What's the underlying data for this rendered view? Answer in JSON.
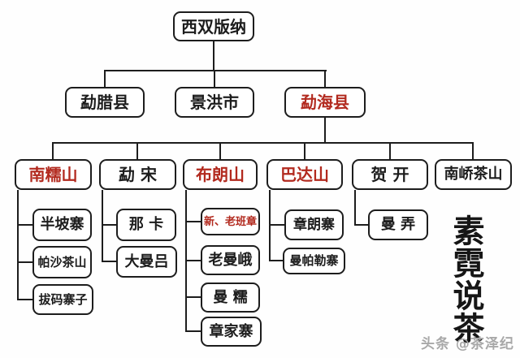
{
  "tree": {
    "label": "西双版纳",
    "children": [
      {
        "label": "勐腊县"
      },
      {
        "label": "景洪市"
      },
      {
        "label": "勐海县",
        "highlighted": true,
        "children": [
          {
            "label": "南糯山",
            "highlighted": true,
            "children": [
              {
                "label": "半坡寨"
              },
              {
                "label": "帕沙茶山"
              },
              {
                "label": "拔码寨子"
              }
            ]
          },
          {
            "label": "勐 宋",
            "children": [
              {
                "label": "那 卡"
              },
              {
                "label": "大曼吕"
              }
            ]
          },
          {
            "label": "布朗山",
            "highlighted": true,
            "children": [
              {
                "label": "新、老班章",
                "highlighted": true
              },
              {
                "label": "老曼峨"
              },
              {
                "label": "曼 糯"
              },
              {
                "label": "章家寨"
              }
            ]
          },
          {
            "label": "巴达山",
            "highlighted": true,
            "children": [
              {
                "label": "章朗寨"
              },
              {
                "label": "曼帕勒寨"
              }
            ]
          },
          {
            "label": "贺 开",
            "children": [
              {
                "label": "曼 弄"
              }
            ]
          },
          {
            "label": "南峤茶山"
          }
        ]
      }
    ]
  },
  "signature": {
    "vertical_text": "素霓说茶"
  },
  "watermark": {
    "text": "头条 @茶泽纪"
  },
  "colors": {
    "highlight_red": "#b2291e",
    "line_black": "#1d1d1d",
    "watermark_gray": "#a8a8a8",
    "ink_black": "#161616"
  }
}
